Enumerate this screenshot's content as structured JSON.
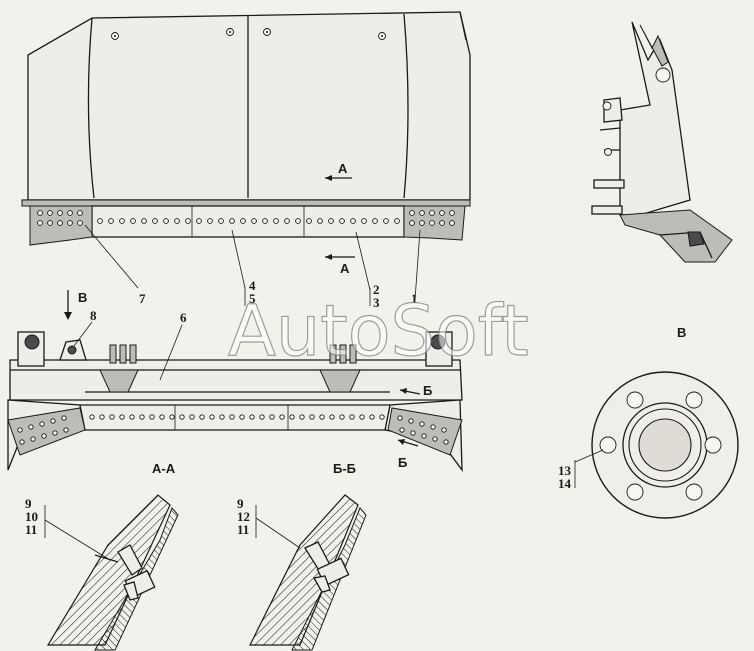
{
  "watermark": "AutoSoft",
  "section_labels": {
    "view_a_top": "А",
    "view_a_mid": "А",
    "view_b": "В",
    "arrow_b": "Б",
    "arrow_b2": "Б",
    "section_aa": "А-А",
    "section_bb": "Б-Б",
    "view_v": "В"
  },
  "callouts": {
    "c7": "7",
    "c4": "4",
    "c5": "5",
    "c2": "2",
    "c3": "3",
    "c1": "1",
    "c8": "8",
    "c6": "6",
    "c13": "13",
    "c14": "14",
    "aa_9": "9",
    "aa_10": "10",
    "aa_11": "11",
    "bb_9": "9",
    "bb_12": "12",
    "bb_11": "11"
  }
}
